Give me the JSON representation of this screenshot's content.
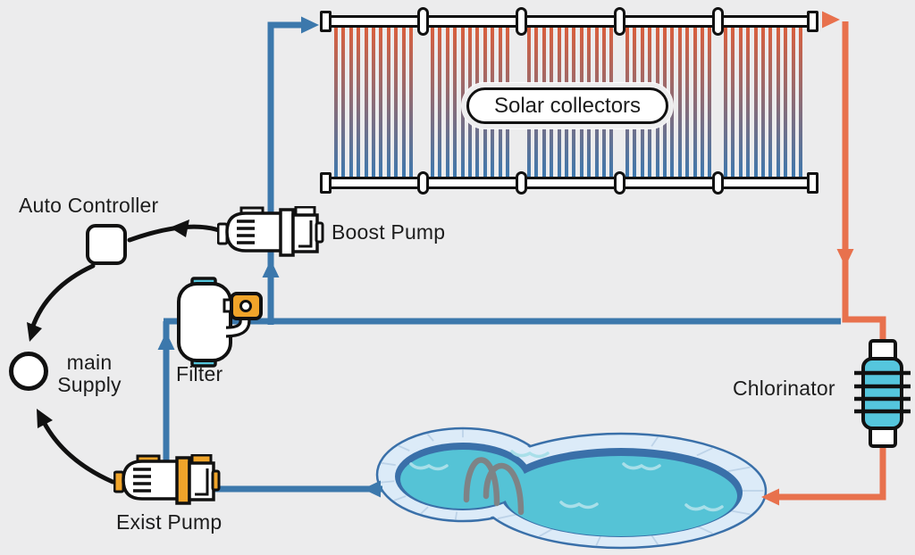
{
  "title": "Solar pool heating system diagram",
  "labels": {
    "solar_collectors": "Solar collectors",
    "auto_controller": "Auto Controller",
    "boost_pump": "Boost Pump",
    "filter": "Filter",
    "main_supply_line1": "main",
    "main_supply_line2": "Supply",
    "exist_pump": "Exist Pump",
    "chlorinator": "Chlorinator"
  },
  "colors": {
    "background": "#ececed",
    "cold_pipe": "#3c78ac",
    "hot_pipe": "#e8714d",
    "control_line": "#111111",
    "tube_hot": "#d95f3e",
    "tube_cold": "#3e78ae",
    "accent_orange": "#f0a42a",
    "accent_cyan": "#55c6dd",
    "pool_deck": "#dcebf8",
    "pool_wall": "#3a70a9",
    "pool_water": "#55c3d6",
    "pool_wave": "#a9dfe9",
    "ladder_gray": "#7e8386"
  },
  "icon_names": {
    "collectors": "solar-collectors-icon",
    "controller": "auto-controller-icon",
    "supply": "main-supply-icon",
    "boost_pump": "boost-pump-icon",
    "exist_pump": "exist-pump-icon",
    "filter": "filter-icon",
    "chlorinator": "chlorinator-icon",
    "pool": "pool-icon"
  }
}
